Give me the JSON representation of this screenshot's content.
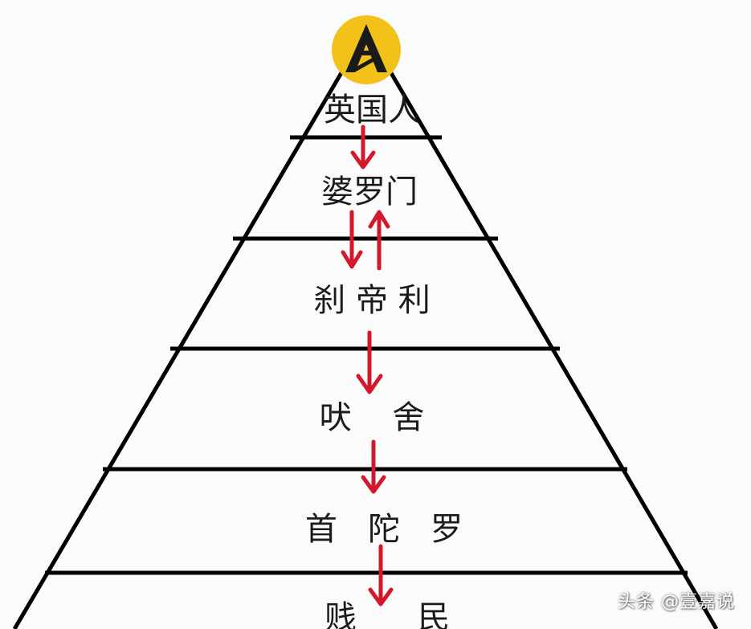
{
  "diagram": {
    "type": "caste-pyramid",
    "tiers": [
      {
        "label": "英国人"
      },
      {
        "label": "婆罗门"
      },
      {
        "label": "刹 帝 利"
      },
      {
        "label": "吠    舍"
      },
      {
        "label": "首   陀   罗"
      },
      {
        "label": "贱      民"
      }
    ],
    "arrows": [
      {
        "from": 0,
        "to": 1,
        "direction": "down"
      },
      {
        "from": 1,
        "to": 2,
        "direction": "down"
      },
      {
        "from": 2,
        "to": 1,
        "direction": "up"
      },
      {
        "from": 2,
        "to": 3,
        "direction": "down"
      },
      {
        "from": 3,
        "to": 4,
        "direction": "down"
      },
      {
        "from": 4,
        "to": 5,
        "direction": "down"
      }
    ],
    "logo": {
      "icon": "triangle-emblem-icon",
      "bg_color": "#f2c21b",
      "fg_color": "#1a1a1a"
    },
    "colors": {
      "line": "#000000",
      "arrow": "#d4182b",
      "text": "#1b1b1b"
    }
  },
  "watermark": {
    "text": "头条 @壹嘉说"
  }
}
